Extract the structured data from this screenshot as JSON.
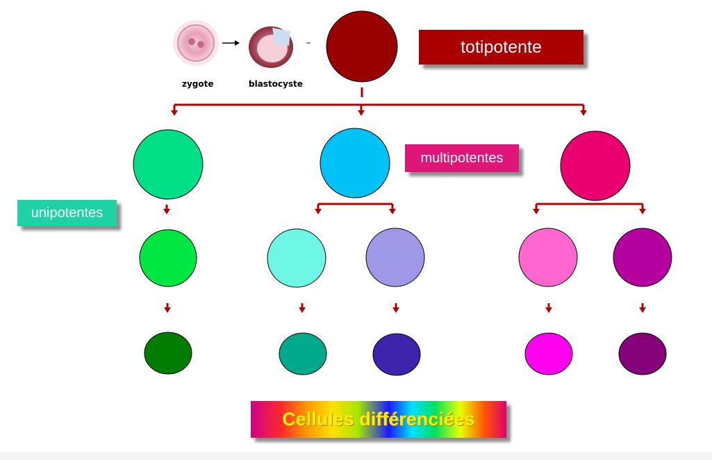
{
  "labels": {
    "totipotente": "totipotente",
    "multipotentes": "multipotentes",
    "unipotentes": "unipotentes",
    "differentiated": "Cellules différenciées"
  },
  "captions": {
    "zygote": "zygote",
    "blastocyste": "blastocyste"
  },
  "colors": {
    "arrow": "#b30000",
    "totipotent_cell": "#990000",
    "label_totipotente_bg": "#aa0000",
    "label_multipotentes_bg": "#e0157a",
    "label_unipotentes_bg": "#1fd2a5",
    "row1": [
      "#00df86",
      "#00c2f7",
      "#ea006f"
    ],
    "row2": [
      "#00e643",
      "#6ef7e4",
      "#9f98e7",
      "#ff66d0",
      "#b4009f"
    ],
    "row3": [
      "#007c00",
      "#00a98b",
      "#3e24ad",
      "#ff00ef",
      "#850079"
    ]
  }
}
